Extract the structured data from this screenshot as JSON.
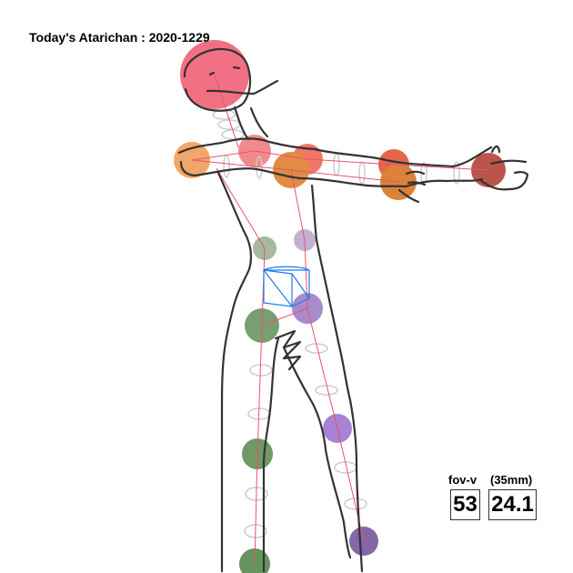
{
  "title": "Today's Atarichan : 2020-1229",
  "hud": {
    "fov_label": "fov-v",
    "fov_value": "53",
    "lens_label": "(35mm)",
    "lens_value": "24.1"
  },
  "colors": {
    "outline": "#333333",
    "bone": "#e8546e",
    "ring": "#cccccc",
    "gizmo": "#1e7be6",
    "head": "#f06478",
    "shoulder_l": "#f08282",
    "shoulder_r": "#f06c5a",
    "upperarm_l": "#f0a05a",
    "upperarm_r": "#e08232",
    "elbow_r": "#e05a3c",
    "forearm_r": "#d87828",
    "hand_r": "#b4463c",
    "hip_l": "#a0b49a",
    "hip_r": "#beaad0",
    "thigh_l": "#6e9664",
    "thigh_r": "#a082c8",
    "knee_l": "#64915a",
    "knee_r": "#a078d2",
    "foot_l": "#5a8c50",
    "foot_r": "#785aa0"
  }
}
